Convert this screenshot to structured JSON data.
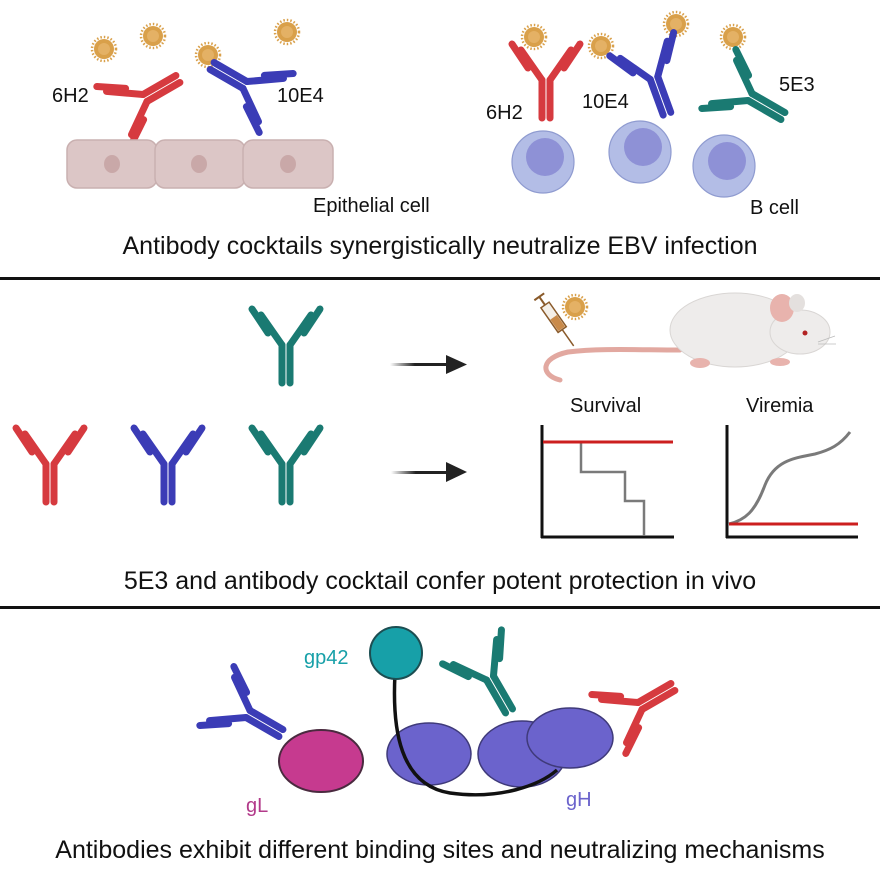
{
  "colors": {
    "ab_6h2": "#d63a3f",
    "ab_10e4": "#3b3cb6",
    "ab_5e3": "#1a7a72",
    "virus": "#d9a04a",
    "epithelial_cell": "#dcc6c6",
    "epithelial_nucleus": "#c9a8a8",
    "b_cell_outer": "#b3bde6",
    "b_cell_inner": "#8e91d6",
    "gp42": "#17a0a8",
    "gL": "#c63a8f",
    "gH": "#6b63cc",
    "survival_red": "#cc1f1f",
    "curve_gray": "#7a7a7a"
  },
  "panel1": {
    "epithelial": {
      "antibodies": [
        "6H2",
        "10E4"
      ],
      "cell_label": "Epithelial cell"
    },
    "bcell": {
      "antibodies": [
        "6H2",
        "10E4",
        "5E3"
      ],
      "cell_label": "B cell"
    },
    "caption": "Antibody cocktails synergistically neutralize EBV infection"
  },
  "panel2": {
    "row_single": [
      "5E3"
    ],
    "row_cocktail": [
      "6H2",
      "10E4",
      "5E3"
    ],
    "survival_title": "Survival",
    "viremia_title": "Viremia",
    "caption": "5E3 and antibody cocktail confer potent protection in vivo"
  },
  "panel3": {
    "gp42_label": "gp42",
    "gL_label": "gL",
    "gH_label": "gH",
    "caption": "Antibodies exhibit different binding sites and neutralizing mechanisms"
  },
  "icons": {
    "virus": "virus-icon",
    "antibody": "antibody-icon",
    "syringe": "syringe-icon",
    "mouse": "mouse-icon",
    "arrow": "arrow-right-icon"
  }
}
